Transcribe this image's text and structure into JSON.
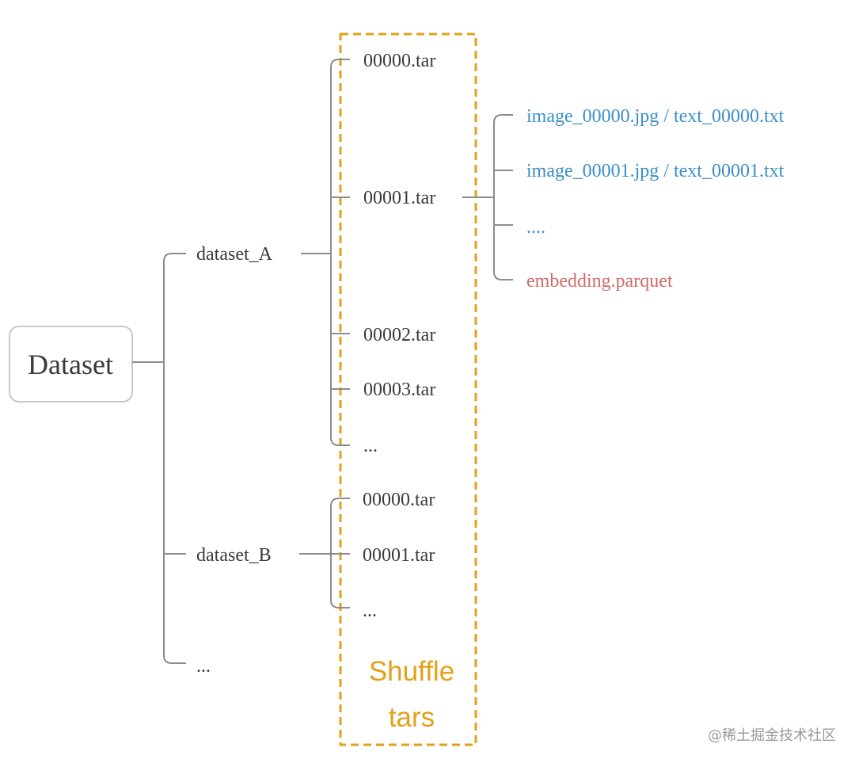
{
  "colors": {
    "line": "#8c8c8c",
    "text": "#3a3a3a",
    "file_blue": "#3a8fc9",
    "file_red": "#d06a6a",
    "shuffle": "#e3a01a",
    "root_border": "#c8c8c8"
  },
  "root": {
    "label": "Dataset"
  },
  "datasets": [
    {
      "label": "dataset_A",
      "tars": [
        "00000.tar",
        "00001.tar",
        "00002.tar",
        "00003.tar",
        "..."
      ]
    },
    {
      "label": "dataset_B",
      "tars": [
        "00000.tar",
        "00001.tar",
        "..."
      ]
    },
    {
      "label": "..."
    }
  ],
  "tar_contents": {
    "files": [
      {
        "label": "image_00000.jpg / text_00000.txt",
        "color": "#3a8fc9"
      },
      {
        "label": "image_00001.jpg / text_00001.txt",
        "color": "#3a8fc9"
      },
      {
        "label": "....",
        "color": "#3a8fc9"
      },
      {
        "label": "embedding.parquet",
        "color": "#d06a6a"
      }
    ]
  },
  "shuffle_box": {
    "line1": "Shuffle",
    "line2": "tars"
  },
  "watermark": "@稀土掘金技术社区"
}
